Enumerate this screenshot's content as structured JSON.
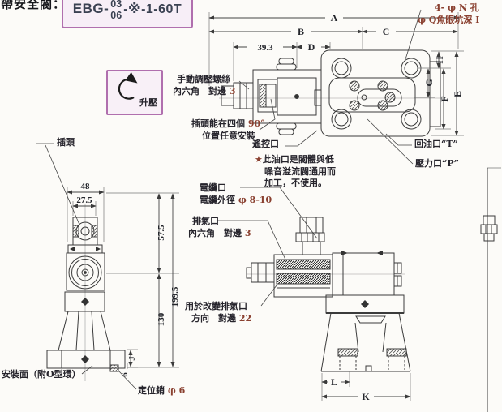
{
  "header": {
    "prefix": "帶安全閥：",
    "model_prefix": "EBG-",
    "model_top": "03",
    "model_bottom": "06",
    "model_suffix": "-※-1-60T"
  },
  "symbol": {
    "label": "升壓"
  },
  "callouts": {
    "bolt_holes": {
      "line1": "4- φ N 孔",
      "line2": "φ Q魚眼坑深 I"
    },
    "manual_screw": {
      "line1": "手動調壓螺絲",
      "line2a": "內六角　對邊 ",
      "line2b": "3"
    },
    "plug_rotation": {
      "line1a": "插頭能在四個 ",
      "line1b": "90°",
      "line2": "位置任意安裝"
    },
    "remote_port": {
      "text": "遙控口"
    },
    "port_note": {
      "star": "★",
      "line1": "此油口是閥體與低",
      "line2": "噪音溢流閥通用而",
      "line3": "加工，不使用。"
    },
    "return_port": {
      "text": "回油口“T”"
    },
    "pressure_port": {
      "text": "壓力口“P”"
    },
    "cable_port": {
      "line1": "電纜口",
      "line2a": "電纜外徑 ",
      "line2b": "φ 8-10"
    },
    "bleed_port": {
      "line1": "排氣口",
      "line2a": "內六角　對邊 ",
      "line2b": "3"
    },
    "bleed_direction": {
      "line1": "用於改變排氣口",
      "line2a": "方向　對邊 ",
      "line2b": "22"
    },
    "plug": {
      "text": "插頭"
    },
    "mounting_surface": {
      "text": "安裝面（附O型環）"
    },
    "locating_pin": {
      "text1": "定位銷 ",
      "text2": "φ 6"
    }
  },
  "dimensions": {
    "A": "A",
    "B": "B",
    "C": "C",
    "D": "D",
    "n39": "39.3",
    "E": "E",
    "F": "F",
    "G": "G",
    "H": "H",
    "n48": "48",
    "n27": "27.5",
    "n57": "57.5",
    "n130": "130",
    "n199": "199.5",
    "J": "J",
    "n6": "6",
    "L": "L",
    "K": "K"
  }
}
